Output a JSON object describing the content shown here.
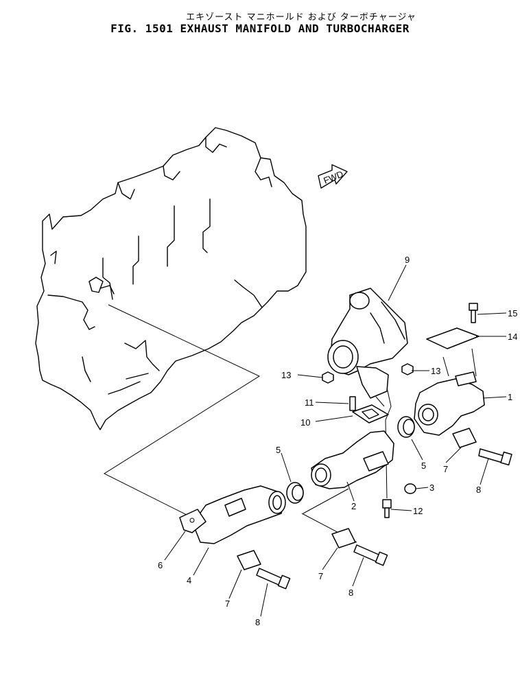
{
  "header": {
    "title_jp": "エキゾースト マニホールド および ターボチャージャ",
    "title_en": "FIG. 1501  EXHAUST MANIFOLD AND TURBOCHARGER"
  },
  "fwd_arrow": "FWD",
  "callouts": [
    {
      "id": "c1",
      "label": "1"
    },
    {
      "id": "c2",
      "label": "2"
    },
    {
      "id": "c3",
      "label": "3"
    },
    {
      "id": "c4",
      "label": "4"
    },
    {
      "id": "c5a",
      "label": "5"
    },
    {
      "id": "c5b",
      "label": "5"
    },
    {
      "id": "c6",
      "label": "6"
    },
    {
      "id": "c7a",
      "label": "7"
    },
    {
      "id": "c7b",
      "label": "7"
    },
    {
      "id": "c7c",
      "label": "7"
    },
    {
      "id": "c8a",
      "label": "8"
    },
    {
      "id": "c8b",
      "label": "8"
    },
    {
      "id": "c8c",
      "label": "8"
    },
    {
      "id": "c9",
      "label": "9"
    },
    {
      "id": "c10",
      "label": "10"
    },
    {
      "id": "c11",
      "label": "11"
    },
    {
      "id": "c12",
      "label": "12"
    },
    {
      "id": "c13a",
      "label": "13"
    },
    {
      "id": "c13b",
      "label": "13"
    },
    {
      "id": "c14",
      "label": "14"
    },
    {
      "id": "c15",
      "label": "15"
    }
  ]
}
